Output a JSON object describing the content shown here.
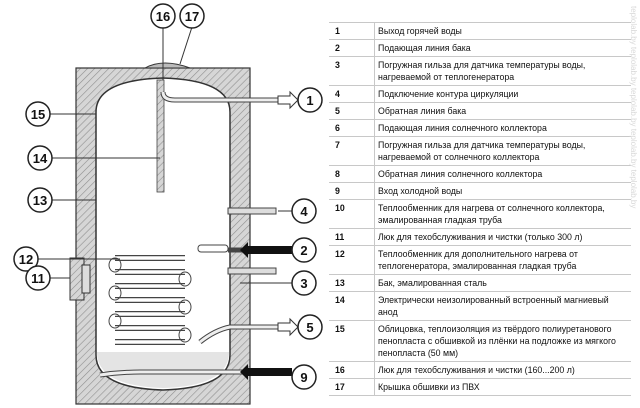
{
  "callouts": {
    "c1": "1",
    "c2": "2",
    "c3": "3",
    "c4": "4",
    "c5": "5",
    "c9": "9",
    "c11": "11",
    "c12": "12",
    "c13": "13",
    "c14": "14",
    "c15": "15",
    "c16": "16",
    "c17": "17"
  },
  "legend": [
    {
      "num": "1",
      "text": "Выход горячей воды"
    },
    {
      "num": "2",
      "text": "Подающая линия бака"
    },
    {
      "num": "3",
      "text": "Погружная гильза для датчика температуры воды, нагреваемой от теплогенератора"
    },
    {
      "num": "4",
      "text": "Подключение контура циркуляции"
    },
    {
      "num": "5",
      "text": "Обратная линия бака"
    },
    {
      "num": "6",
      "text": "Подающая линия солнечного коллектора"
    },
    {
      "num": "7",
      "text": "Погружная гильза для датчика температуры воды, нагреваемой от солнечного коллектора"
    },
    {
      "num": "8",
      "text": "Обратная линия солнечного коллектора"
    },
    {
      "num": "9",
      "text": "Вход холодной воды"
    },
    {
      "num": "10",
      "text": "Теплообменник для нагрева от солнечного коллектора, эмалированная гладкая труба"
    },
    {
      "num": "11",
      "text": "Люк для техобслуживания и чистки (только 300 л)"
    },
    {
      "num": "12",
      "text": "Теплообменник для дополнительного нагрева от теплогенератора, эмалированная гладкая труба"
    },
    {
      "num": "13",
      "text": "Бак, эмалированная сталь"
    },
    {
      "num": "14",
      "text": "Электрически неизолированный встроенный магниевый анод"
    },
    {
      "num": "15",
      "text": "Облицовка, теплоизоляция из твёрдого полиуретанового пенопласта с обшивкой из плёнки на подложке из мягкого пенопласта (50 мм)"
    },
    {
      "num": "16",
      "text": "Люк для техобслуживания и чистки (160...200 л)"
    },
    {
      "num": "17",
      "text": "Крышка обшивки из ПВХ"
    }
  ],
  "watermark": "teplolab.by  teplolab.by  teplolab.by  teplolab.by  teplolab.by"
}
